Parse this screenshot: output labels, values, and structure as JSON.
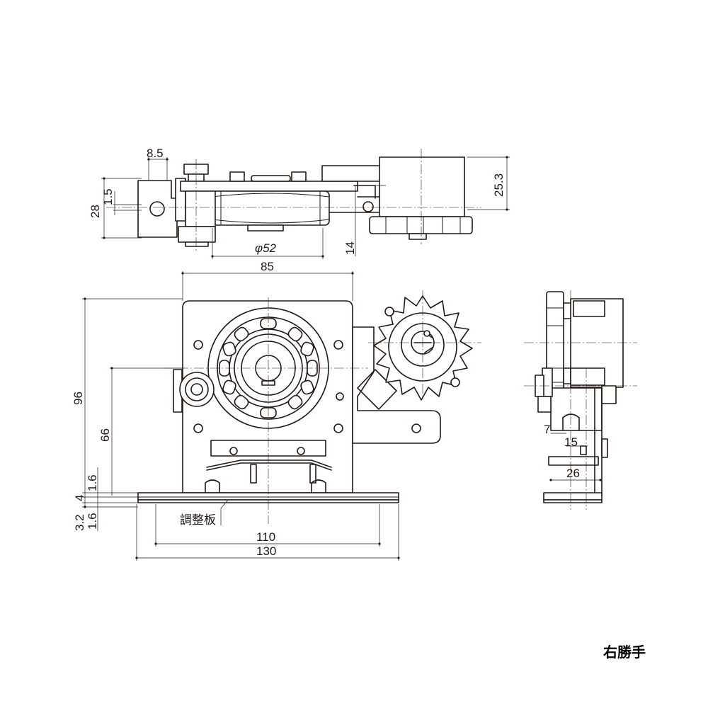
{
  "top_view": {
    "dim_8_5": "8.5",
    "dim_1_5": "1.5",
    "dim_28": "28",
    "dim_25_3": "25.3",
    "dim_phi52": "φ52",
    "dim_14": "14"
  },
  "front_view": {
    "dim_85": "85",
    "dim_96": "96",
    "dim_66": "66",
    "dim_1_6_a": "1.6",
    "dim_4": "4",
    "dim_3_2": "3.2",
    "dim_1_6_b": "1.6",
    "dim_110": "110",
    "dim_130": "130",
    "adjust_plate_label": "調整板"
  },
  "side_view": {
    "dim_7": "7",
    "dim_15": "15",
    "dim_26": "26"
  },
  "footer": {
    "hand_label": "右勝手"
  }
}
